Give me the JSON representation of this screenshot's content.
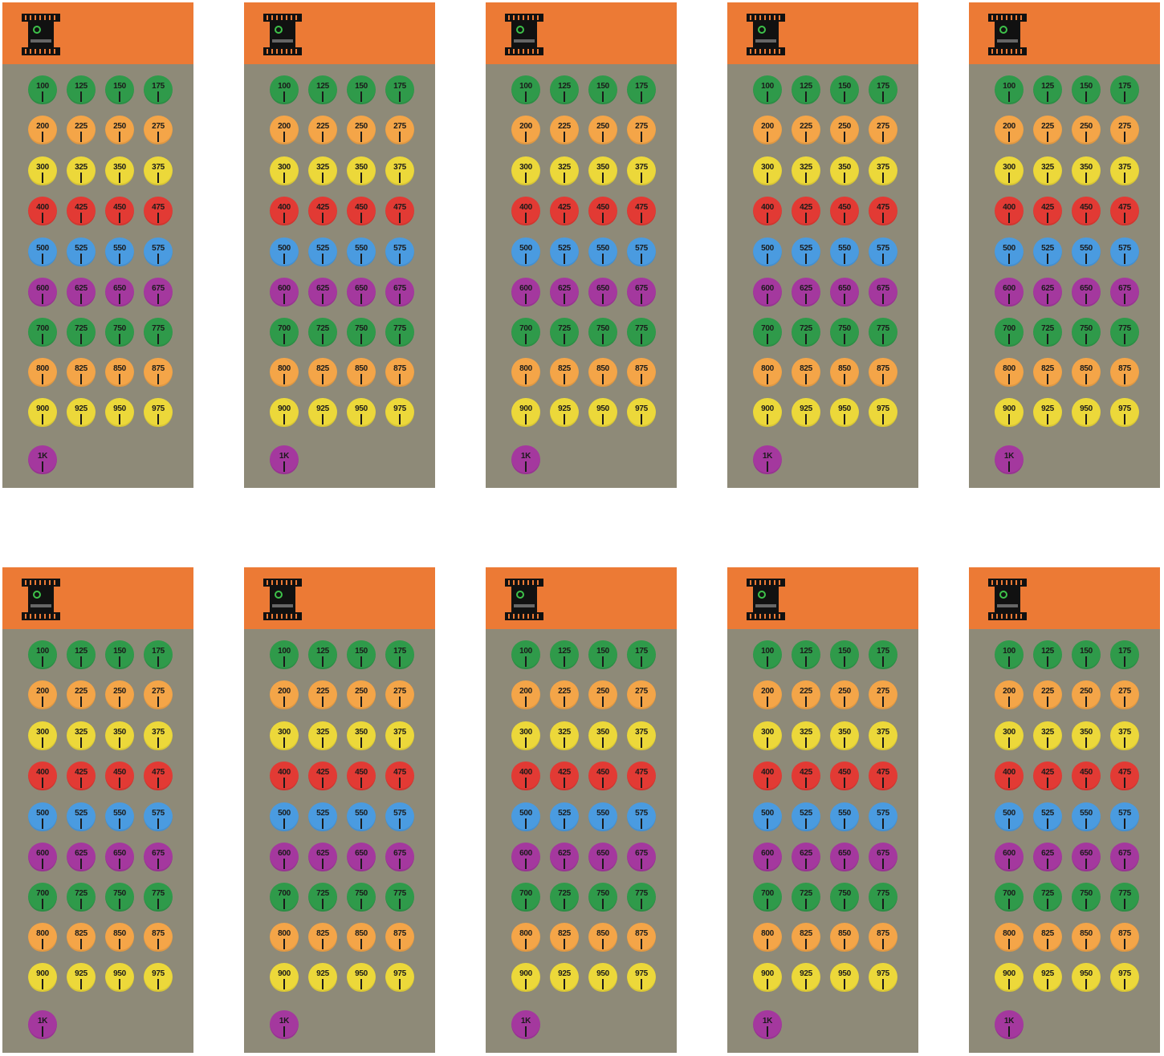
{
  "sheet": {
    "header_color": "#ec7a35",
    "body_color": "#8e8a78",
    "logo_icon": "camera-bracket-icon",
    "rows": [
      {
        "color": "#2f9a4a",
        "labels": [
          "100",
          "125",
          "150",
          "175"
        ]
      },
      {
        "color": "#f4a548",
        "labels": [
          "200",
          "225",
          "250",
          "275"
        ]
      },
      {
        "color": "#ecd83a",
        "labels": [
          "300",
          "325",
          "350",
          "375"
        ]
      },
      {
        "color": "#e23a34",
        "labels": [
          "400",
          "425",
          "450",
          "475"
        ]
      },
      {
        "color": "#4a9be0",
        "labels": [
          "500",
          "525",
          "550",
          "575"
        ]
      },
      {
        "color": "#a4389e",
        "labels": [
          "600",
          "625",
          "650",
          "675"
        ]
      },
      {
        "color": "#2f9a4a",
        "labels": [
          "700",
          "725",
          "750",
          "775"
        ]
      },
      {
        "color": "#f4a548",
        "labels": [
          "800",
          "825",
          "850",
          "875"
        ]
      },
      {
        "color": "#ecd83a",
        "labels": [
          "900",
          "925",
          "950",
          "975"
        ]
      },
      {
        "color": "#a4389e",
        "labels": [
          "1K"
        ]
      }
    ]
  },
  "sheet_count": 10
}
